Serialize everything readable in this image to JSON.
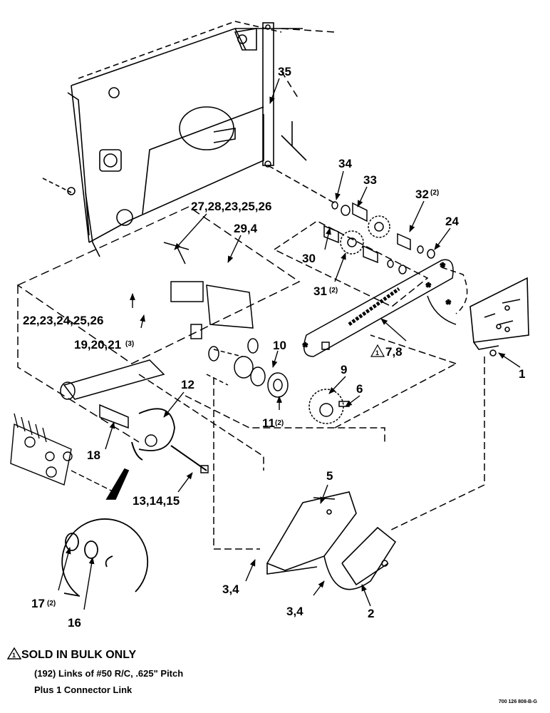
{
  "callouts": {
    "c35": "35",
    "c34": "34",
    "c33": "33",
    "c32": "32",
    "c32q": "(2)",
    "c24": "24",
    "c27": "27,28,23,25,26",
    "c29": "29,4",
    "c30": "30",
    "c31": "31",
    "c31q": "(2)",
    "c78": "7,8",
    "c22": "22,23,24,25,26",
    "c19": "19,20,21",
    "c19q": "(3)",
    "c10": "10",
    "c9": "9",
    "c6": "6",
    "c1": "1",
    "c12": "12",
    "c11": "11",
    "c11q": "(2)",
    "c18": "18",
    "c13": "13,14,15",
    "c5": "5",
    "c34b": "3,4",
    "c34c": "3,4",
    "c2": "2",
    "c17": "17",
    "c17q": "(2)",
    "c16": "16"
  },
  "warning_marker": "1",
  "notes": {
    "title": "SOLD IN BULK ONLY",
    "line1": "(192) Links of #50 R/C, .625\" Pitch",
    "line2": "Plus 1 Connector Link"
  },
  "drawing_number": "700 126 808-B-G"
}
